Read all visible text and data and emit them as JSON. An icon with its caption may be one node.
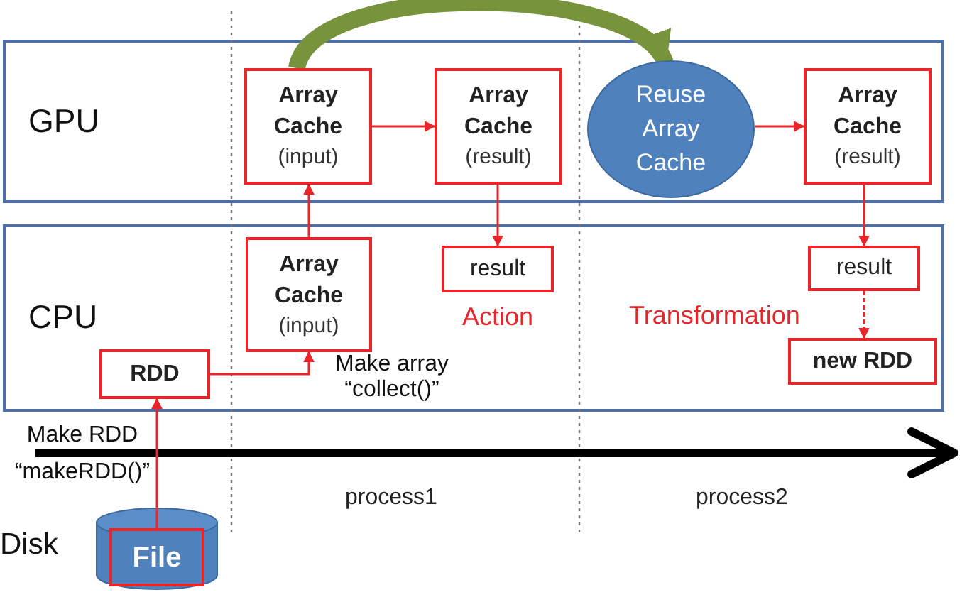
{
  "diagram": {
    "nodes": [
      {
        "text": [
          "GPU"
        ]
      },
      {
        "text": [
          "CPU"
        ]
      },
      {
        "text": [
          "Array Cache",
          "(input)"
        ],
        "in": 0
      },
      {
        "text": [
          "Array Cache",
          "(result)"
        ],
        "in": 0
      },
      {
        "text": [
          "Reuse Array Cache"
        ],
        "in": 0
      },
      {
        "text": [
          "Array Cache",
          "(result)"
        ],
        "in": 0
      },
      {
        "text": [
          "Array Cache",
          "(input)"
        ],
        "in": 1
      },
      {
        "text": [
          "result"
        ],
        "in": 1,
        "beside": [
          "Action"
        ]
      },
      {
        "text": [
          "result"
        ],
        "in": 1
      },
      {
        "text": [
          "new RDD"
        ],
        "in": 1
      },
      {
        "text": [
          "RDD"
        ],
        "in": 1
      },
      {
        "text": [
          "File"
        ]
      }
    ],
    "edges": [
      {
        "from": 11,
        "to": 10,
        "arrow": "to",
        "label": "Make RDD “makeRDD()”"
      },
      {
        "from": 10,
        "to": 6,
        "arrow": "to",
        "label": "Make array “collect()”"
      },
      {
        "from": 6,
        "to": 2,
        "arrow": "to"
      },
      {
        "from": 2,
        "to": 3,
        "arrow": "to"
      },
      {
        "from": 3,
        "to": 7,
        "arrow": "to"
      },
      {
        "from": 2,
        "to": 4,
        "arrow": "to",
        "style": "thick",
        "color": "#77933c"
      },
      {
        "from": 4,
        "to": 5,
        "arrow": "to"
      },
      {
        "from": 5,
        "to": 8,
        "arrow": "to"
      },
      {
        "from": 8,
        "to": 9,
        "arrow": "to",
        "style": "dashed"
      }
    ],
    "labels": [
      "Transformation",
      "process1",
      "process2",
      "Disk"
    ]
  }
}
